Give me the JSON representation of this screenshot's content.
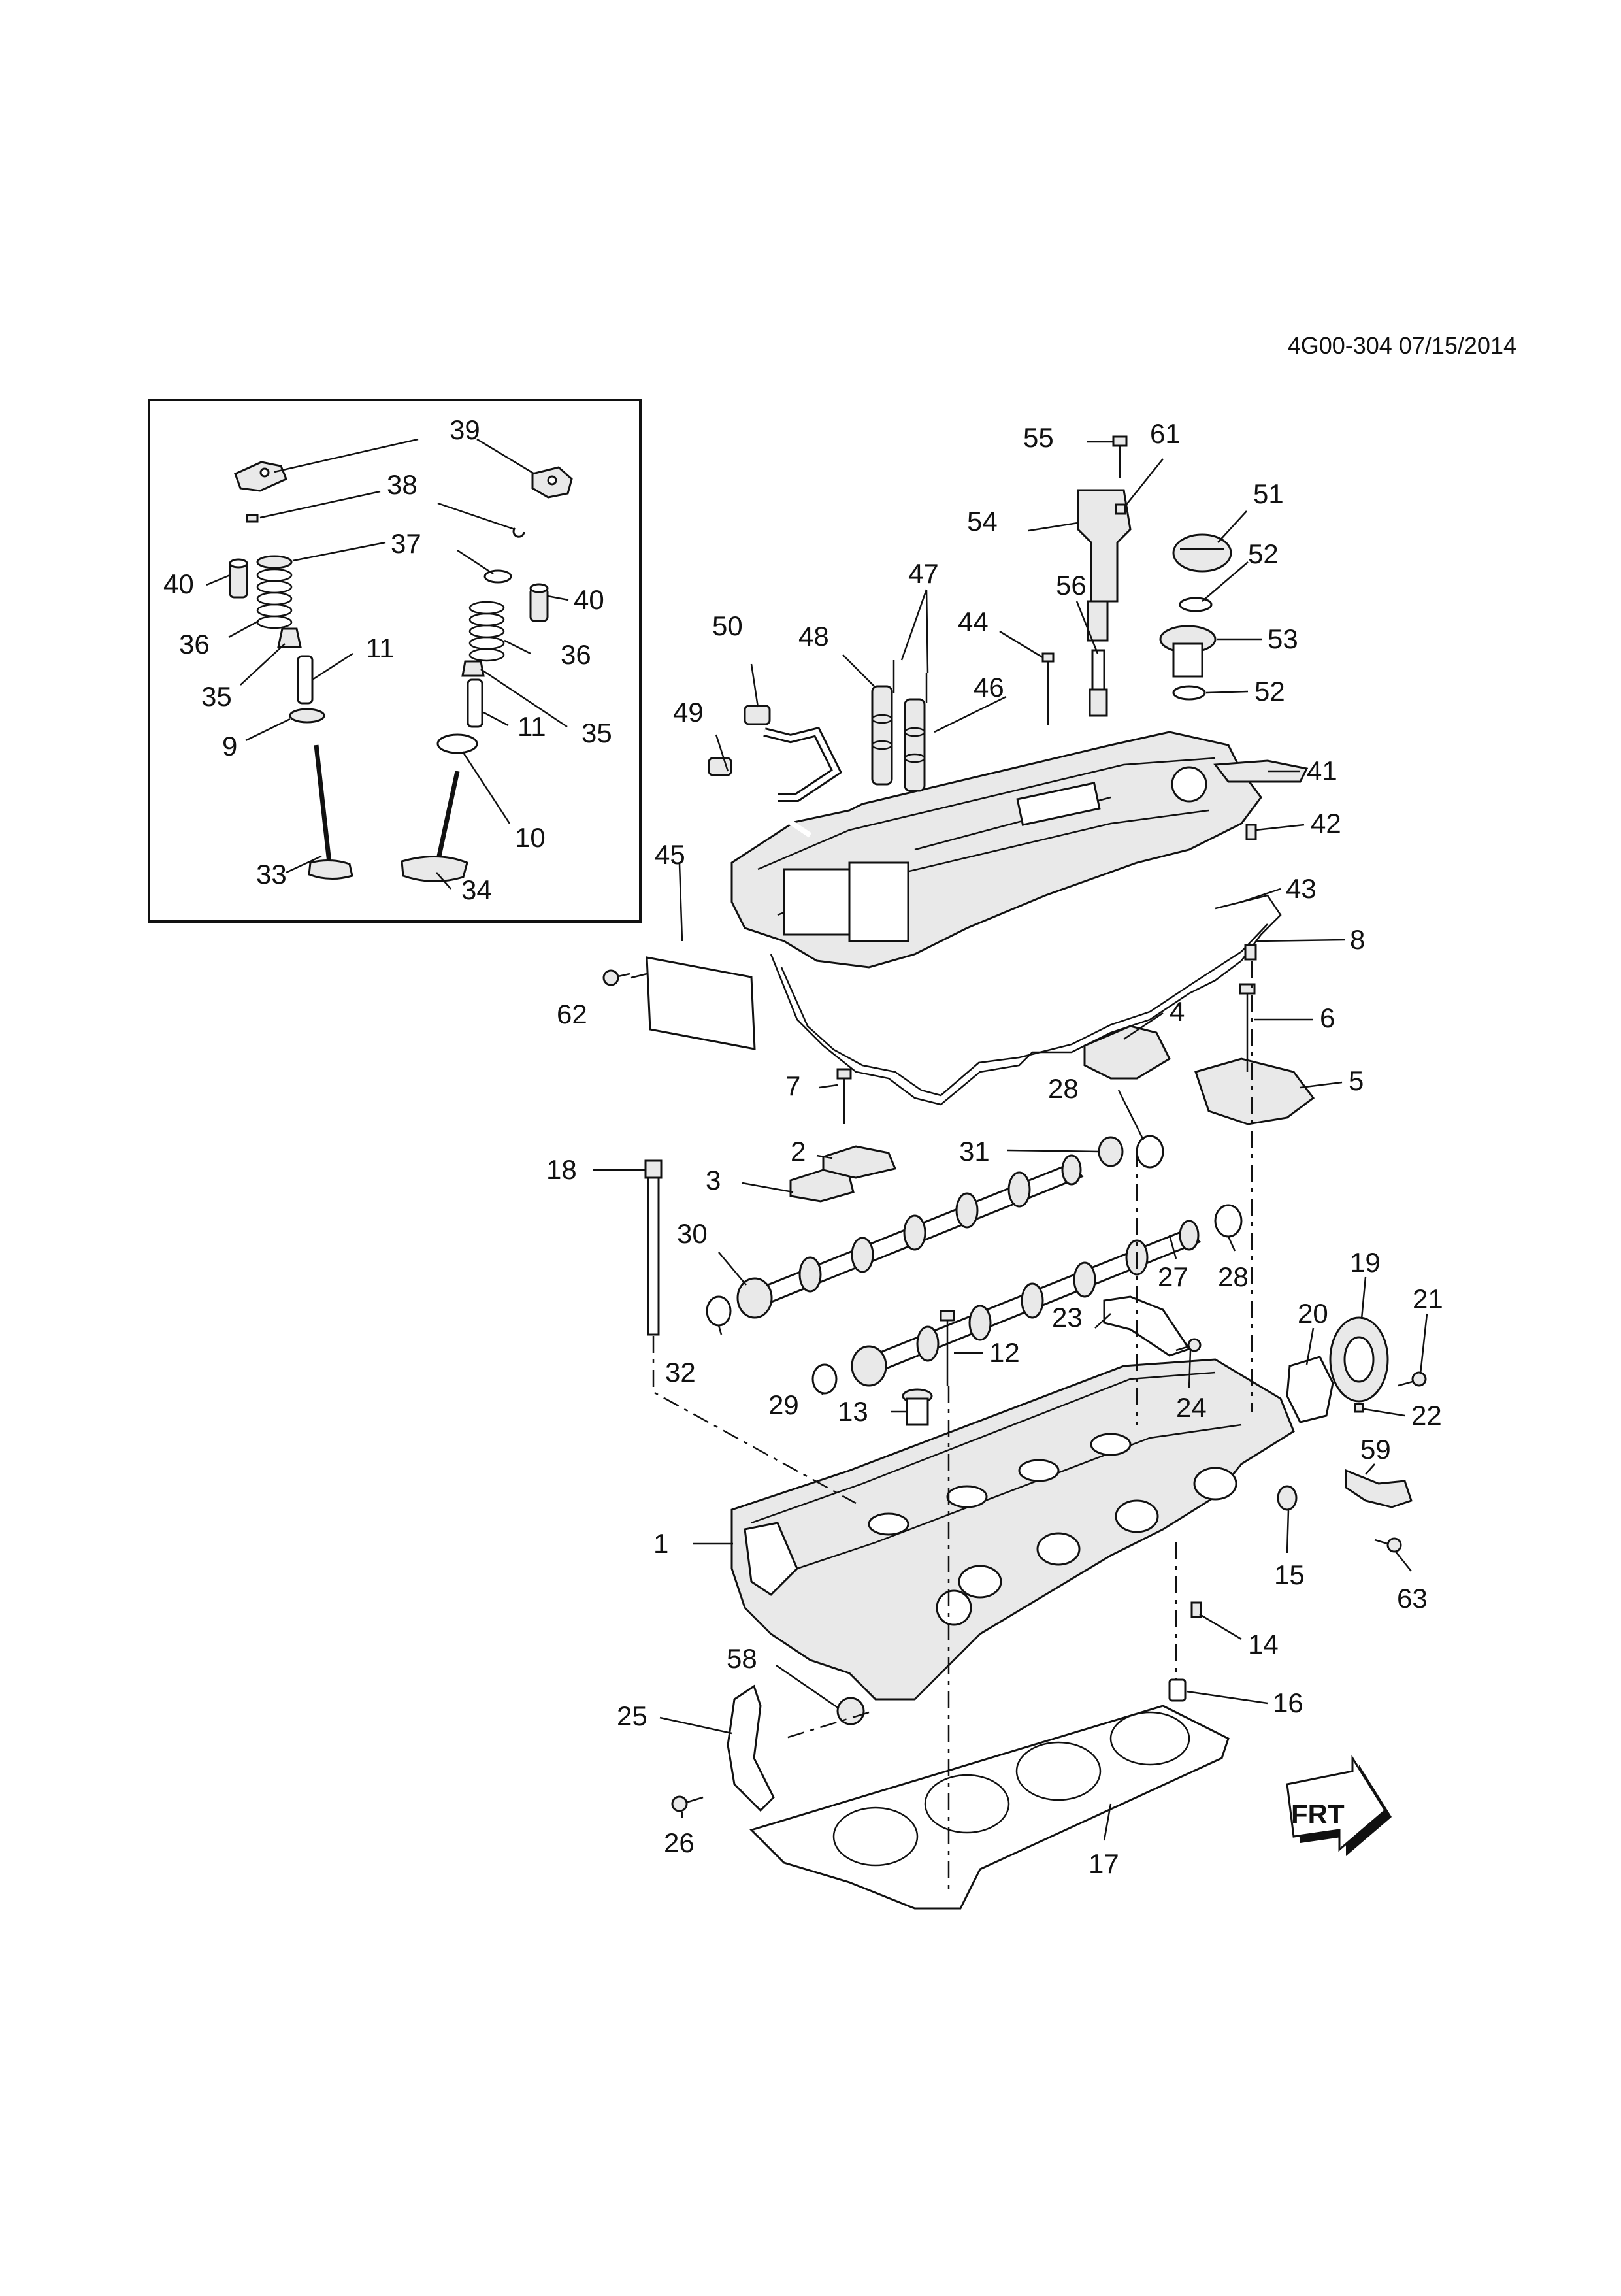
{
  "diagram_id": "4G00-304 07/15/2014",
  "callouts": {
    "c1": "1",
    "c2": "2",
    "c3": "3",
    "c4": "4",
    "c5": "5",
    "c6": "6",
    "c7": "7",
    "c8": "8",
    "c9": "9",
    "c10": "10",
    "c11a": "11",
    "c11b": "11",
    "c12": "12",
    "c13": "13",
    "c14": "14",
    "c15": "15",
    "c16": "16",
    "c17": "17",
    "c18": "18",
    "c19": "19",
    "c20": "20",
    "c21": "21",
    "c22": "22",
    "c23": "23",
    "c24": "24",
    "c25": "25",
    "c26": "26",
    "c27": "27",
    "c28a": "28",
    "c28b": "28",
    "c29": "29",
    "c30": "30",
    "c31": "31",
    "c32": "32",
    "c33": "33",
    "c34": "34",
    "c35a": "35",
    "c35b": "35",
    "c36a": "36",
    "c36b": "36",
    "c37": "37",
    "c38": "38",
    "c39": "39",
    "c40a": "40",
    "c40b": "40",
    "c41": "41",
    "c42": "42",
    "c43": "43",
    "c44": "44",
    "c45": "45",
    "c46": "46",
    "c47": "47",
    "c48": "48",
    "c49": "49",
    "c50": "50",
    "c51": "51",
    "c52a": "52",
    "c52b": "52",
    "c53": "53",
    "c54": "54",
    "c55": "55",
    "c56": "56",
    "c58": "58",
    "c59": "59",
    "c61": "61",
    "c62": "62",
    "c63": "63"
  },
  "front_arrow_label": "FRT"
}
